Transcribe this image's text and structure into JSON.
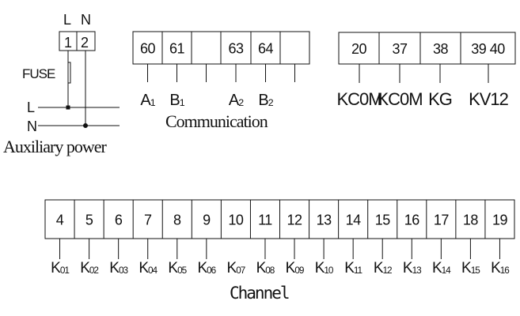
{
  "power": {
    "top_labels": [
      "L",
      "N"
    ],
    "terminals": [
      "1",
      "2"
    ],
    "fuse_label": "FUSE",
    "line_labels": [
      "L",
      "N"
    ],
    "title": "Auxiliary power"
  },
  "communication": {
    "terminals": [
      "60",
      "61",
      "",
      "63",
      "64",
      ""
    ],
    "labels": [
      {
        "main": "A",
        "sub": "1"
      },
      {
        "main": "B",
        "sub": "1"
      },
      {
        "main": "",
        "sub": ""
      },
      {
        "main": "A",
        "sub": "2"
      },
      {
        "main": "B",
        "sub": "2"
      },
      {
        "main": "",
        "sub": ""
      }
    ],
    "title": "Communication"
  },
  "control": {
    "terminals": [
      "20",
      "37",
      "38",
      "39 40"
    ],
    "labels": [
      "KC0M",
      "KC0M",
      "KG",
      "KV12"
    ]
  },
  "channel": {
    "terminals": [
      "4",
      "5",
      "6",
      "7",
      "8",
      "9",
      "10",
      "11",
      "12",
      "13",
      "14",
      "15",
      "16",
      "17",
      "18",
      "19"
    ],
    "labels": [
      {
        "main": "K",
        "sub": "01"
      },
      {
        "main": "K",
        "sub": "02"
      },
      {
        "main": "K",
        "sub": "03"
      },
      {
        "main": "K",
        "sub": "04"
      },
      {
        "main": "K",
        "sub": "05"
      },
      {
        "main": "K",
        "sub": "06"
      },
      {
        "main": "K",
        "sub": "07"
      },
      {
        "main": "K",
        "sub": "08"
      },
      {
        "main": "K",
        "sub": "09"
      },
      {
        "main": "K",
        "sub": "10"
      },
      {
        "main": "K",
        "sub": "11"
      },
      {
        "main": "K",
        "sub": "12"
      },
      {
        "main": "K",
        "sub": "13"
      },
      {
        "main": "K",
        "sub": "14"
      },
      {
        "main": "K",
        "sub": "15"
      },
      {
        "main": "K",
        "sub": "16"
      }
    ],
    "title": "Channel"
  }
}
